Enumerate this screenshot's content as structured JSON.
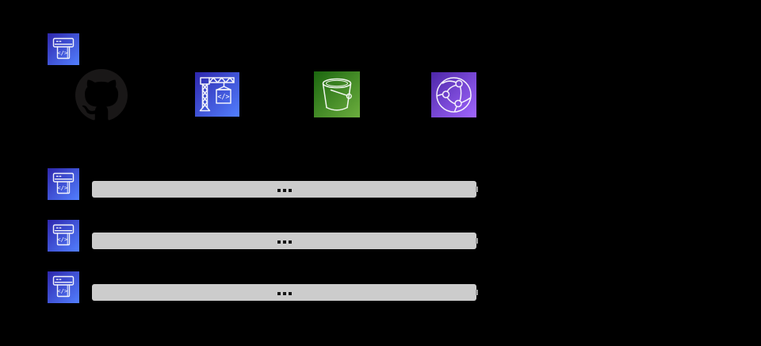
{
  "diagram": {
    "background_color": "#000000",
    "code_glyph": "</>",
    "bar": {
      "color": "#CCCCCC",
      "dot_color": "#161616",
      "ellipsis_dot_count": 3,
      "ellipsis": "..."
    },
    "icons": {
      "codepipeline": {
        "label": "AWS CodePipeline",
        "gradient_start": "#2E27AD",
        "gradient_end": "#527FFF"
      },
      "github": {
        "label": "GitHub",
        "color": "#191717"
      },
      "codebuild": {
        "label": "AWS CodeBuild",
        "gradient_start": "#2E27AD",
        "gradient_end": "#527FFF"
      },
      "s3": {
        "label": "Amazon S3 bucket",
        "gradient_start": "#1B660F",
        "gradient_end": "#6CAE3E"
      },
      "cloudfront": {
        "label": "Amazon CloudFront",
        "gradient_start": "#4D27A8",
        "gradient_end": "#A166FF"
      }
    },
    "flow_row_order": [
      "github",
      "codebuild",
      "s3",
      "cloudfront"
    ],
    "pipeline_rows": [
      {
        "icon": "codepipeline",
        "bar_ellipsis": "..."
      },
      {
        "icon": "codepipeline",
        "bar_ellipsis": "..."
      },
      {
        "icon": "codepipeline",
        "bar_ellipsis": "..."
      }
    ]
  }
}
